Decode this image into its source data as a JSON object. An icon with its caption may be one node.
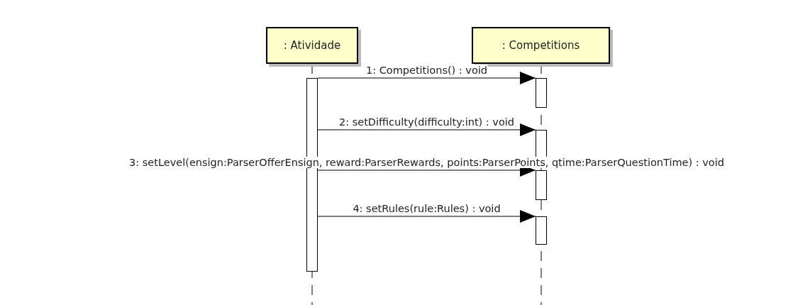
{
  "diagram": {
    "nodes": [
      {
        "text": [
          ": Atividade"
        ]
      },
      {
        "text": [
          ": Competitions"
        ]
      },
      {
        "text": [],
        "shape": "bar"
      },
      {
        "text": [],
        "shape": "bar"
      },
      {
        "text": [],
        "shape": "bar"
      },
      {
        "text": [],
        "shape": "bar"
      },
      {
        "text": [],
        "shape": "bar"
      }
    ],
    "edges": [
      {
        "from": 2,
        "to": 3,
        "arrow": "to",
        "label": "1: Competitions() : void"
      },
      {
        "from": 2,
        "to": 4,
        "arrow": "to",
        "label": "2: setDifficulty(difficulty:int) : void"
      },
      {
        "from": 2,
        "to": 5,
        "arrow": "to",
        "label": "3: setLevel(ensign:ParserOfferEnsign, reward:ParserRewards, points:ParserPoints, qtime:ParserQuestionTime) : void"
      },
      {
        "from": 2,
        "to": 6,
        "arrow": "to",
        "label": "4: setRules(rule:Rules) : void"
      }
    ]
  }
}
